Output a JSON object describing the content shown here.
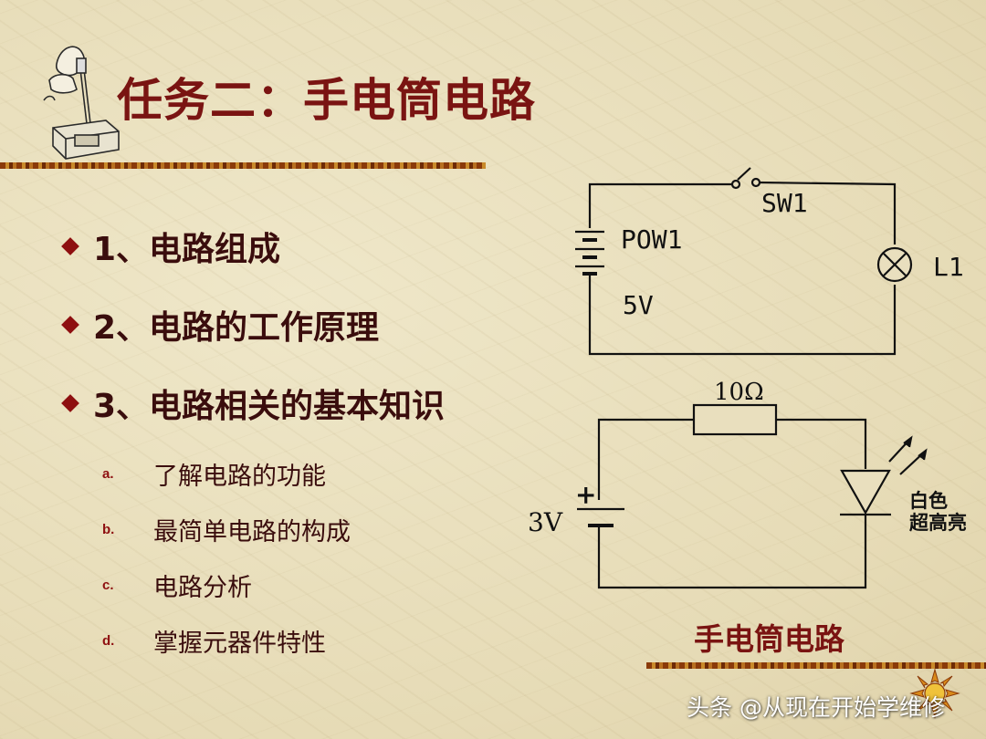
{
  "slide": {
    "title": "任务二：手电筒电路",
    "bullets": [
      {
        "label": "1、电路组成"
      },
      {
        "label": "2、电路的工作原理"
      },
      {
        "label": "3、电路相关的基本知识"
      }
    ],
    "sub_items": [
      {
        "letter": "a.",
        "text": "了解电路的功能"
      },
      {
        "letter": "b.",
        "text": "最简单电路的构成"
      },
      {
        "letter": "c.",
        "text": "电路分析"
      },
      {
        "letter": "d.",
        "text": "掌握元器件特性"
      }
    ]
  },
  "schematic_top": {
    "switch_label": "SW1",
    "power_label": "POW1",
    "voltage_label": "5V",
    "lamp_label": "L1"
  },
  "schematic_bottom": {
    "resistor_label": "10Ω",
    "battery_label": "3V",
    "plus_sign": "+",
    "led_label_line1": "白色",
    "led_label_line2": "超高亮"
  },
  "caption": "手电筒电路",
  "watermark": "头条 @从现在开始学维修",
  "colors": {
    "title": "#7a1412",
    "bullet_diamond": "#8e0f10",
    "body_text": "#3a0d0d",
    "background": "#e9dfbe"
  }
}
